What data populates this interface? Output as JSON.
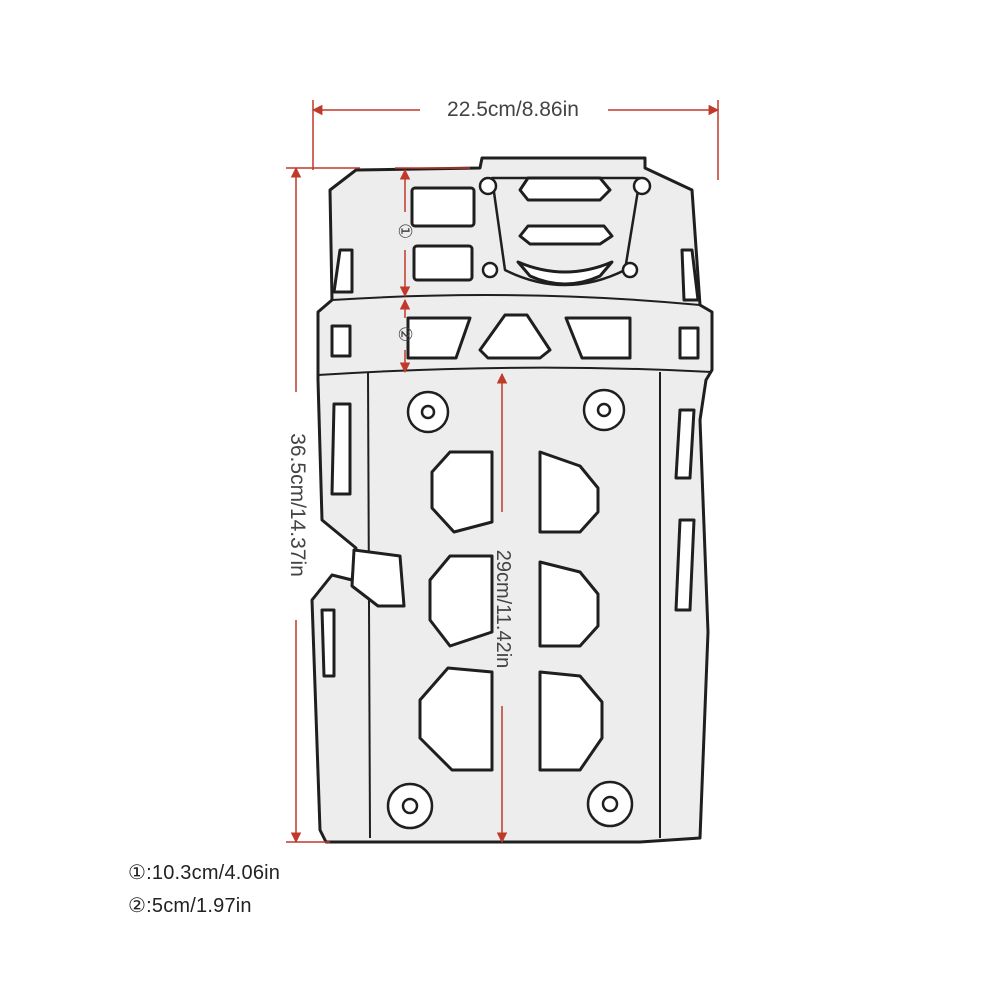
{
  "colors": {
    "dimension_line": "#c0392b",
    "plate_outline": "#1f1f1f",
    "plate_fill": "#ededed",
    "label_text": "#444444"
  },
  "dimensions": {
    "width_label": "22.5cm/8.86in",
    "height_label": "36.5cm/14.37in",
    "inner_length_label": "29cm/11.42in",
    "callout_1_marker": "①",
    "callout_2_marker": "②"
  },
  "notes": [
    {
      "marker": "①",
      "text": ":10.3cm/4.06in"
    },
    {
      "marker": "②",
      "text": ":5cm/1.97in"
    }
  ]
}
